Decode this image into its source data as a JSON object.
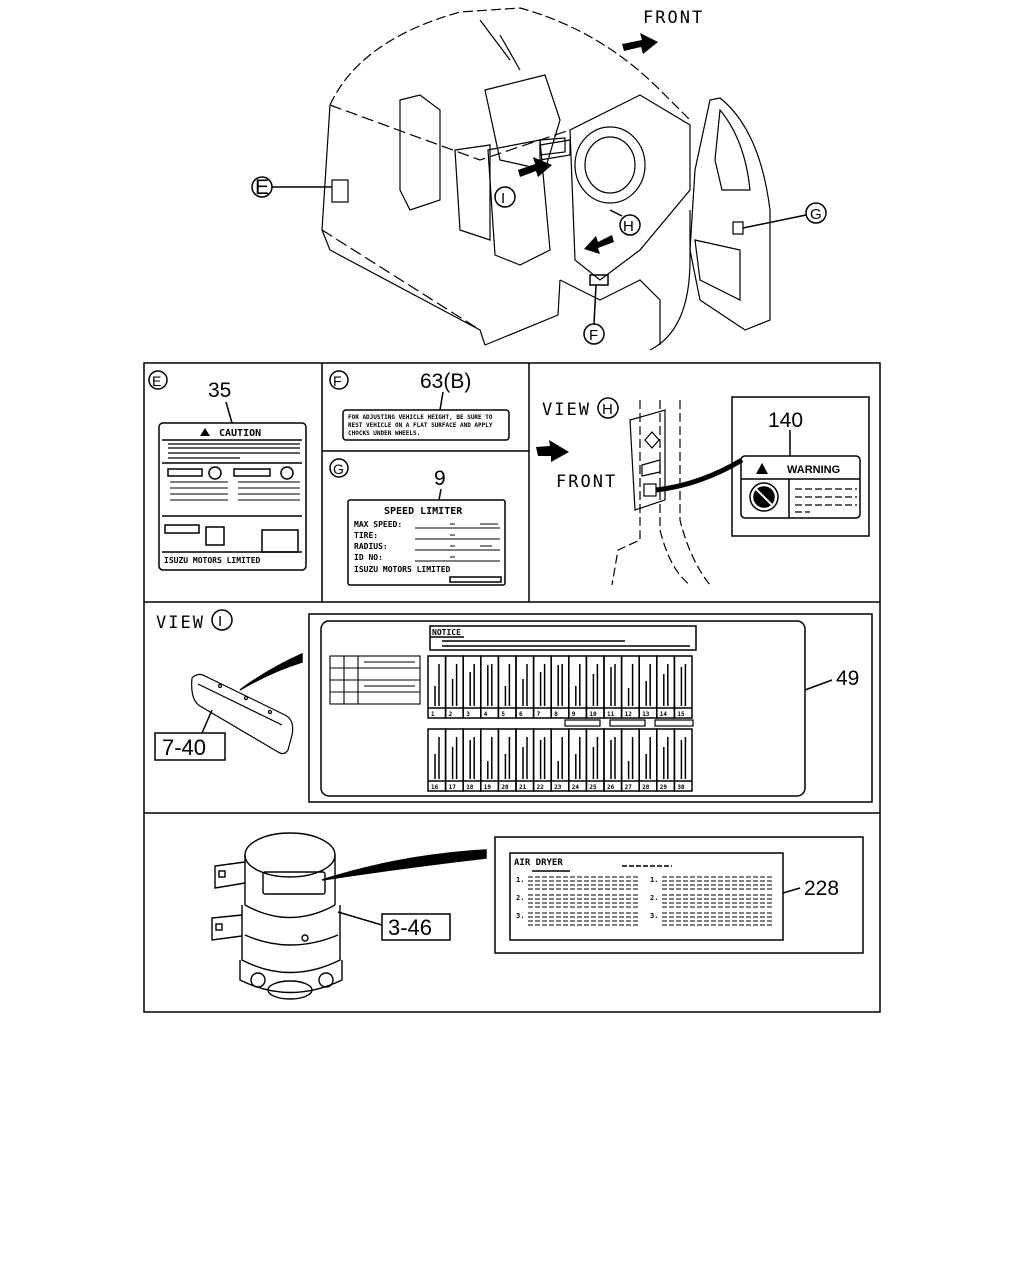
{
  "overview": {
    "front_label": "FRONT",
    "callouts": {
      "e": "E",
      "f": "F",
      "g": "G",
      "h": "H",
      "i": "I"
    }
  },
  "panel_e": {
    "view_letter": "E",
    "part_number": "35",
    "label_title": "CAUTION",
    "label_footer": "ISUZU MOTORS LIMITED"
  },
  "panel_f": {
    "view_letter": "F",
    "part_number": "63(B)",
    "label_lines": [
      "FOR ADJUSTING VEHICLE HEIGHT, BE SURE TO",
      "REST VEHICLE ON A FLAT SURFACE AND APPLY",
      "CHOCKS UNDER WHEELS."
    ]
  },
  "panel_g": {
    "view_letter": "G",
    "part_number": "9",
    "label_title": "SPEED LIMITER",
    "fields": [
      "MAX SPEED:",
      "TIRE:",
      "RADIUS:",
      "ID NO:"
    ],
    "label_footer": "ISUZU MOTORS LIMITED"
  },
  "panel_h": {
    "view_prefix": "VIEW",
    "view_letter": "H",
    "front_label": "FRONT",
    "part_number": "140",
    "label_title": "WARNING"
  },
  "panel_i": {
    "view_prefix": "VIEW",
    "view_letter": "I",
    "cover_part_number": "7-40",
    "part_number": "49",
    "notice_title": "NOTICE",
    "fuse_numbers_row1": [
      "1",
      "2",
      "3",
      "4",
      "5",
      "6",
      "7",
      "8",
      "9",
      "10",
      "11",
      "12",
      "13",
      "14",
      "15"
    ],
    "fuse_numbers_row2": [
      "16",
      "17",
      "18",
      "19",
      "20",
      "21",
      "22",
      "23",
      "24",
      "25",
      "26",
      "27",
      "28",
      "29",
      "30"
    ]
  },
  "panel_air": {
    "dryer_part_number": "3-46",
    "part_number": "228",
    "label_title": "AIR DRYER",
    "items_left": [
      "1.",
      "2.",
      "3."
    ],
    "items_right": [
      "1.",
      "2.",
      "3."
    ]
  }
}
